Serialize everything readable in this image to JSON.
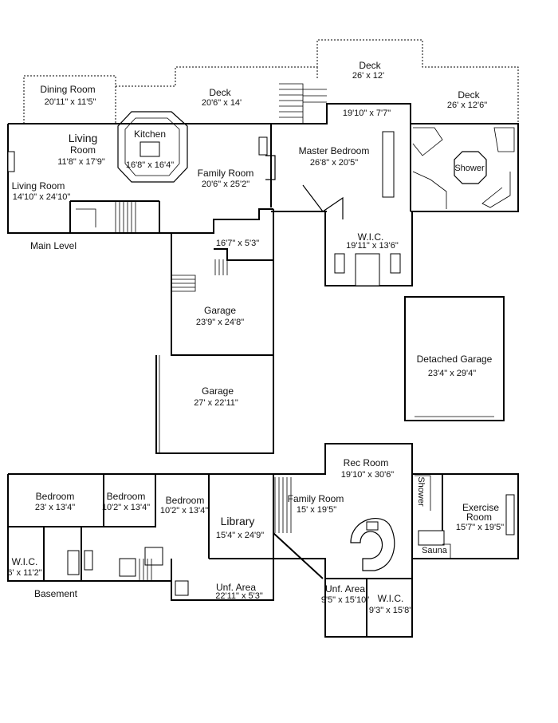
{
  "main_level": {
    "section_label": "Main Level",
    "rooms": {
      "dining_room": {
        "name": "Dining Room",
        "dims": "20'11\" x 11'5\""
      },
      "deck_west": {
        "name": "Deck",
        "dims": "20'6\" x 14'"
      },
      "deck_north": {
        "name": "Deck",
        "dims": "26' x 12'"
      },
      "deck_east": {
        "name": "Deck",
        "dims": "26' x 12'6\""
      },
      "living_room_a": {
        "name_line1": "Living",
        "name_line2": "Room",
        "dims": "11'8\" x 17'9\""
      },
      "kitchen": {
        "name": "Kitchen",
        "dims": "16'8\" x 16'4\""
      },
      "living_room_b": {
        "name": "Living Room",
        "dims": "14'10\" x 24'10\""
      },
      "family_room": {
        "name": "Family Room",
        "dims": "20'6\" x 25'2\""
      },
      "sitting_area": {
        "dims": "19'10\" x 7'7\""
      },
      "master_bedroom": {
        "name": "Master Bedroom",
        "dims": "26'8\" x 20'5\""
      },
      "shower": {
        "name": "Shower"
      },
      "wic": {
        "name": "W.I.C.",
        "dims": "19'11\" x 13'6\""
      },
      "hall": {
        "dims": "16'7\" x 5'3\""
      },
      "garage_a": {
        "name": "Garage",
        "dims": "23'9\" x 24'8\""
      },
      "garage_b": {
        "name": "Garage",
        "dims": "27' x 22'11\""
      },
      "detached_garage": {
        "name": "Detached Garage",
        "dims": "23'4\" x 29'4\""
      }
    }
  },
  "basement": {
    "section_label": "Basement",
    "rooms": {
      "bedroom_1": {
        "name": "Bedroom",
        "dims": "23' x 13'4\""
      },
      "bedroom_2": {
        "name": "Bedroom",
        "dims": "10'2\" x 13'4\""
      },
      "bedroom_3": {
        "name": "Bedroom",
        "dims": "10'2\" x 13'4\""
      },
      "library": {
        "name": "Library",
        "dims": "15'4\" x 24'9\""
      },
      "wic": {
        "name": "W.I.C.",
        "dims": "6' x 11'2\""
      },
      "unf_area_1": {
        "name": "Unf. Area",
        "dims": "22'11\" x 5'3\""
      },
      "rec_room": {
        "name": "Rec Room",
        "dims": "19'10\" x 30'6\""
      },
      "family_room": {
        "name": "Family Room",
        "dims": "15' x 19'5\""
      },
      "shower": {
        "name": "Shower"
      },
      "exercise_room": {
        "name_line1": "Exercise",
        "name_line2": "Room",
        "dims": "15'7\" x 19'5\""
      },
      "sauna": {
        "name": "Sauna"
      },
      "unf_area_2": {
        "name": "Unf. Area",
        "dims": "9'5\" x 15'10\""
      },
      "wic_2": {
        "name": "W.I.C.",
        "dims": "9'3\" x 15'8\""
      }
    }
  }
}
